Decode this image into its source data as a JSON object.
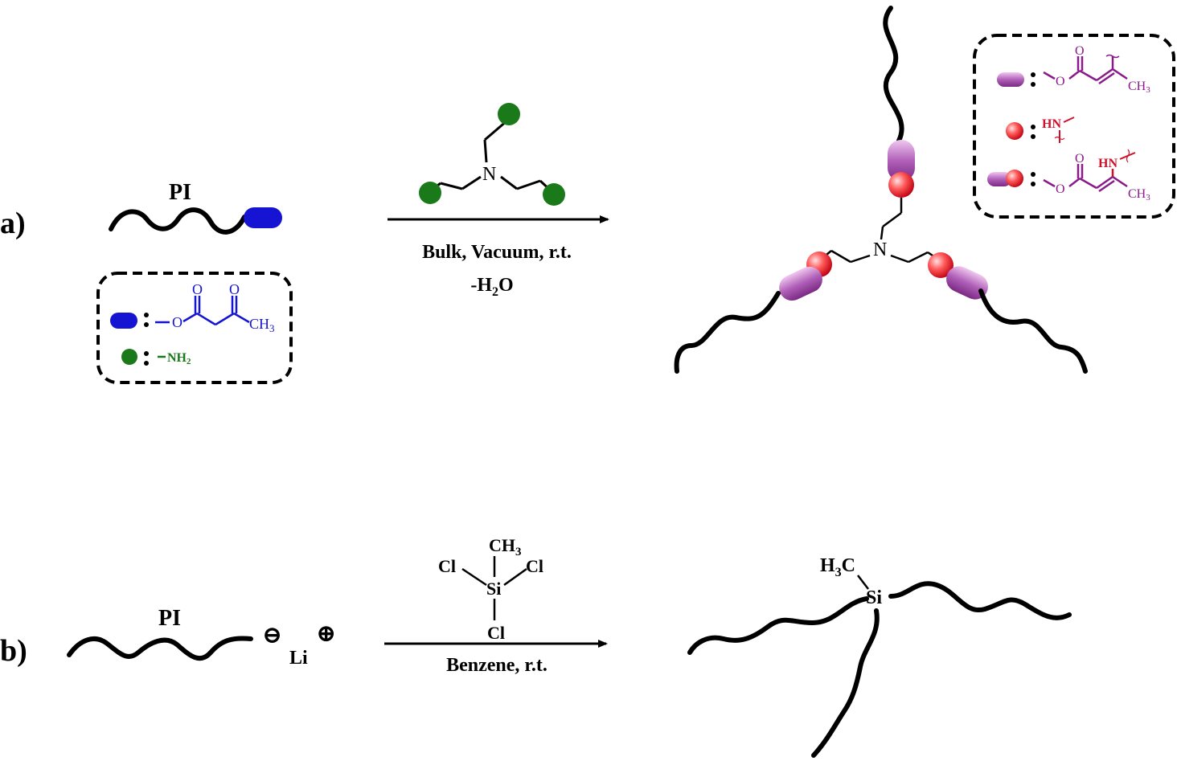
{
  "panel_a": {
    "label": "a)",
    "pi_label": "PI",
    "conditions_line1": "Bulk, Vacuum, r.t.",
    "conditions_line2_prefix": "-H",
    "conditions_line2_sub": "2",
    "conditions_line2_suffix": "O",
    "amine_n": "N",
    "product_n": "N",
    "legend_left": {
      "acetoacetate_o1": "O",
      "acetoacetate_o2": "O",
      "acetoacetate_o3": "O",
      "acetoacetate_ch": "CH",
      "acetoacetate_ch_sub": "3",
      "amine_text": "NH",
      "amine_sub": "2"
    },
    "legend_right": {
      "row1_o1": "O",
      "row1_o2": "O",
      "row1_ch": "CH",
      "row1_sub": "3",
      "row2_hn": "HN",
      "row3_o1": "O",
      "row3_o2": "O",
      "row3_hn": "HN",
      "row3_ch": "CH",
      "row3_sub": "3"
    },
    "colors": {
      "blue": "#1414d2",
      "green": "#1a7a1a",
      "purple": "#8a1a8a",
      "red": "#d0102a",
      "black": "#000000"
    }
  },
  "panel_b": {
    "label": "b)",
    "pi_label": "PI",
    "li": "Li",
    "minus": "⊖",
    "plus": "⊕",
    "reagent_ch": "CH",
    "reagent_ch_sub": "3",
    "reagent_cl1": "Cl",
    "reagent_cl2": "Cl",
    "reagent_cl3": "Cl",
    "reagent_si": "Si",
    "conditions": "Benzene, r.t.",
    "product_h": "H",
    "product_h_sub": "3",
    "product_c": "C",
    "product_si": "Si"
  }
}
